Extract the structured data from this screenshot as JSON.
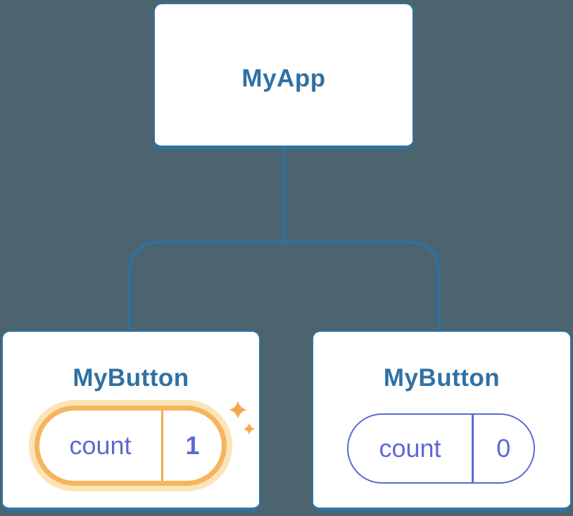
{
  "colors": {
    "background": "#4B646F",
    "node_border_blue": "#3172A4",
    "node_label_blue": "#2F71A3",
    "state_purple": "#5E68D4",
    "highlight_orange": "#F6B45C",
    "highlight_glow": "#FBE4B6",
    "sparkle_orange": "#F2A94E",
    "node_background": "#FFFFFF"
  },
  "tree": {
    "root": {
      "label": "MyApp"
    },
    "children": [
      {
        "label": "MyButton",
        "highlighted": true,
        "icon": "sparkle-icon",
        "state": {
          "key": "count",
          "value": "1"
        }
      },
      {
        "label": "MyButton",
        "highlighted": false,
        "state": {
          "key": "count",
          "value": "0"
        }
      }
    ]
  }
}
